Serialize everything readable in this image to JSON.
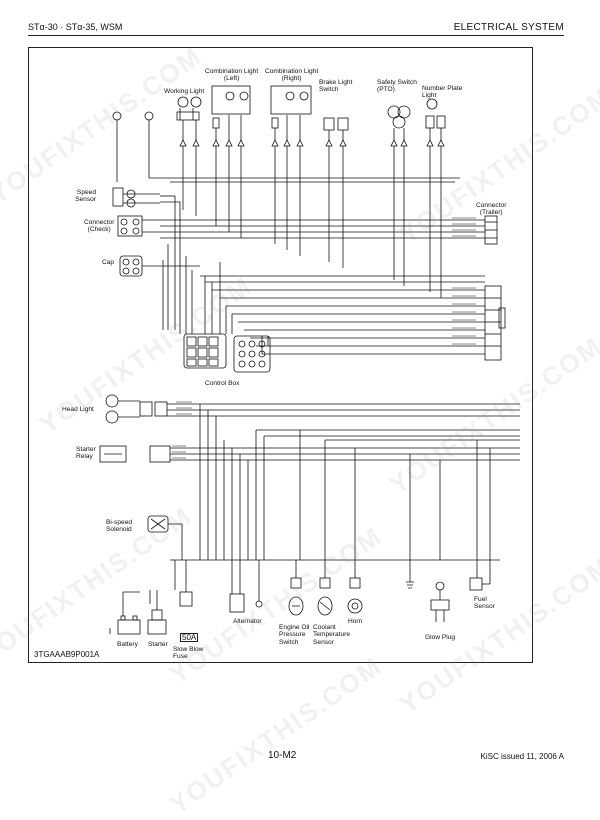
{
  "header": {
    "left": "STα-30 · STα-35, WSM",
    "right": "ELECTRICAL SYSTEM"
  },
  "components": {
    "combination_light_left": "Combination Light\n(Left)",
    "combination_light_right": "Combination Light\n(Right)",
    "working_light": "Working Light",
    "brake_light_switch": "Brake Light\nSwitch",
    "safety_switch": "Safety Switch\n(PTO)",
    "number_plate_light": "Number Plate\nLight",
    "speed_sensor": "Speed\nSensor",
    "connector_check": "Connector\n(Check)",
    "cap": "Cap",
    "connector_trailer": "Connector\n(Trailer)",
    "control_box": "Control Box",
    "head_light": "Head Light",
    "starter_relay": "Starter\nRelay",
    "bi_speed_solenoid": "Bi-speed\nSolenoid",
    "alternator": "Alternator",
    "engine_oil_pressure_switch": "Engine Oil\nPressure\nSwitch",
    "coolant_temperature_sensor": "Coolant\nTemperature\nSensor",
    "horn": "Horn",
    "glow_plug": "Glow Plug",
    "fuel_sensor": "Fuel\nSensor",
    "battery": "Battery",
    "starter": "Starter",
    "slow_blow_fuse": "Slow Blow\nFuse",
    "fuse_rating": "50A"
  },
  "diagram_code": "3TGAAAB9P001A",
  "footer": {
    "page": "10-M2",
    "issue": "KiSC issued 11, 2006 A"
  },
  "watermark": {
    "text": "YOUFIXTHIS.COM"
  }
}
